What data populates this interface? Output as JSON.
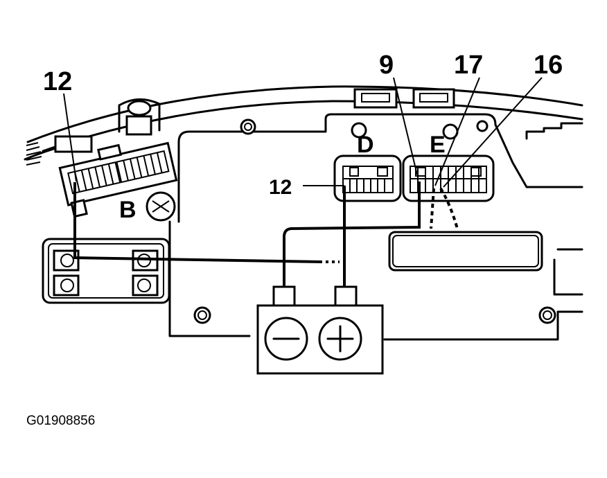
{
  "callouts": {
    "pin_12_left": "12",
    "pin_9": "9",
    "pin_17": "17",
    "pin_16": "16",
    "pin_12_center": "12"
  },
  "connectors": {
    "b": "B",
    "d": "D",
    "e": "E"
  },
  "meter": {
    "negative_symbol": "−",
    "positive_symbol": "+"
  },
  "figure_id": "G01908856"
}
